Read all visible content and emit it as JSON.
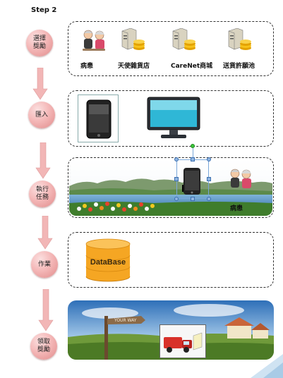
{
  "step_title": "Step 2",
  "steps": [
    {
      "label_line1": "選擇",
      "label_line2": "獎勵"
    },
    {
      "label_line1": "匯入",
      "label_line2": ""
    },
    {
      "label_line1": "執行",
      "label_line2": "任務"
    },
    {
      "label_line1": "作業",
      "label_line2": ""
    },
    {
      "label_line1": "領取",
      "label_line2": "獎勵"
    }
  ],
  "rewards": [
    {
      "label": "病患",
      "icon": "elderly-couple-icon"
    },
    {
      "label": "天使雜貨店",
      "icon": "server-coins-icon"
    },
    {
      "label": "CareNet商城",
      "icon": "server-coins-icon"
    },
    {
      "label": "送貨許願池",
      "icon": "server-coins-icon"
    }
  ],
  "devices": [
    "smartphone-icon",
    "monitor-icon"
  ],
  "task_scene": {
    "patient_label": "病患"
  },
  "database": {
    "label": "DataBase"
  },
  "signpost": {
    "text": "YOUR WAY"
  },
  "colors": {
    "circle": "#f4b8b8",
    "arrow": "#f2b6b6",
    "dashed_border": "#333333",
    "db_orange": "#f5a623"
  }
}
